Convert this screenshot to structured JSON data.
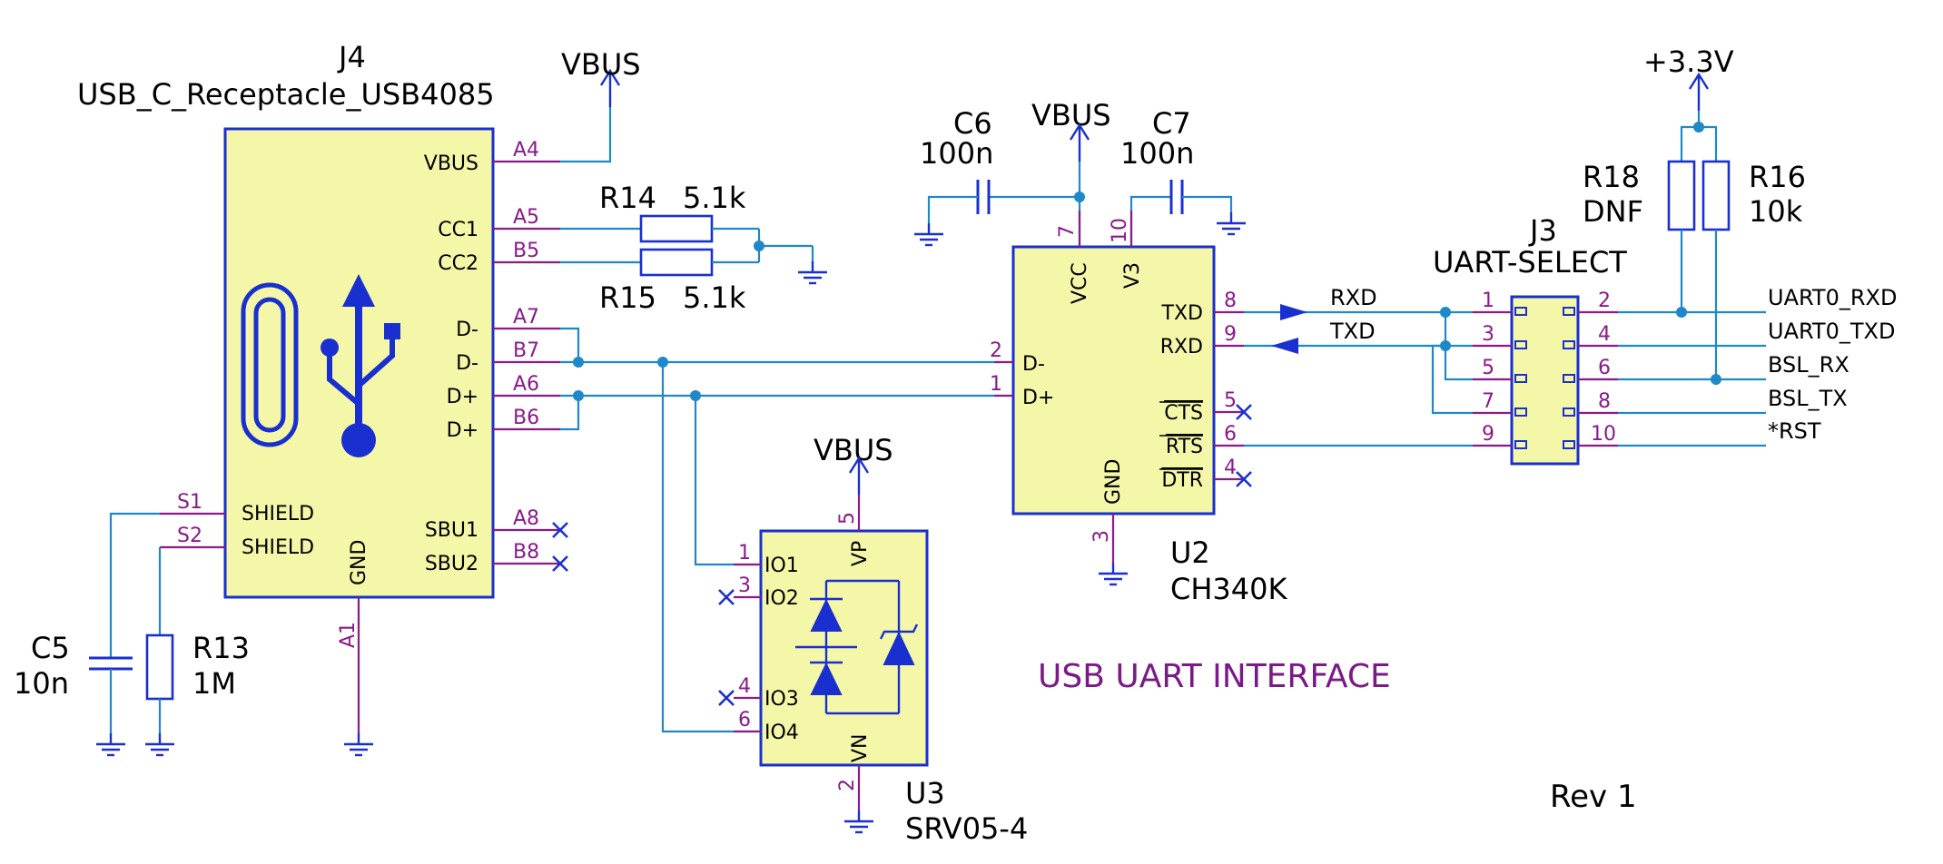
{
  "title": "USB UART INTERFACE",
  "revision": "Rev 1",
  "power": {
    "vbus": "VBUS",
    "v33": "+3.3V"
  },
  "j4": {
    "ref": "J4",
    "value": "USB_C_Receptacle_USB4085",
    "pins": {
      "vbus": "VBUS",
      "cc1": "CC1",
      "cc2": "CC2",
      "dm1": "D-",
      "dm2": "D-",
      "dp1": "D+",
      "dp2": "D+",
      "sbu1": "SBU1",
      "sbu2": "SBU2",
      "shield1": "SHIELD",
      "shield2": "SHIELD",
      "gnd": "GND"
    },
    "pin_numbers": {
      "a4": "A4",
      "a5": "A5",
      "b5": "B5",
      "a7": "A7",
      "b7": "B7",
      "a6": "A6",
      "b6": "B6",
      "a8": "A8",
      "b8": "B8",
      "s1": "S1",
      "s2": "S2",
      "a1": "A1"
    }
  },
  "r14": {
    "ref": "R14",
    "value": "5.1k"
  },
  "r15": {
    "ref": "R15",
    "value": "5.1k"
  },
  "c5": {
    "ref": "C5",
    "value": "10n"
  },
  "r13": {
    "ref": "R13",
    "value": "1M"
  },
  "c6": {
    "ref": "C6",
    "value": "100n"
  },
  "c7": {
    "ref": "C7",
    "value": "100n"
  },
  "u2": {
    "ref": "U2",
    "value": "CH340K",
    "pins": {
      "vcc": "VCC",
      "v3": "V3",
      "txd": "TXD",
      "rxd": "RXD",
      "cts": "CTS",
      "rts": "RTS",
      "dtr": "DTR",
      "gnd": "GND",
      "dm": "D-",
      "dp": "D+"
    },
    "pin_numbers": {
      "vcc": "7",
      "v3": "10",
      "txd": "8",
      "rxd": "9",
      "cts": "5",
      "rts": "6",
      "dtr": "4",
      "gnd": "3",
      "dm": "2",
      "dp": "1"
    }
  },
  "u3": {
    "ref": "U3",
    "value": "SRV05-4",
    "pins": {
      "io1": "IO1",
      "io2": "IO2",
      "io3": "IO3",
      "io4": "IO4",
      "vp": "VP",
      "vn": "VN"
    },
    "pin_numbers": {
      "io1": "1",
      "io2": "3",
      "io3": "4",
      "io4": "6",
      "vp": "5",
      "vn": "2"
    }
  },
  "j3": {
    "ref": "J3",
    "value": "UART-SELECT",
    "pin_numbers": [
      "1",
      "2",
      "3",
      "4",
      "5",
      "6",
      "7",
      "8",
      "9",
      "10"
    ]
  },
  "r18": {
    "ref": "R18",
    "value": "DNF"
  },
  "r16": {
    "ref": "R16",
    "value": "10k"
  },
  "nets": {
    "rxd": "RXD",
    "txd": "TXD",
    "uart0_rxd": "UART0_RXD",
    "uart0_txd": "UART0_TXD",
    "bsl_rx": "BSL_RX",
    "bsl_tx": "BSL_TX",
    "rst": "*RST"
  }
}
